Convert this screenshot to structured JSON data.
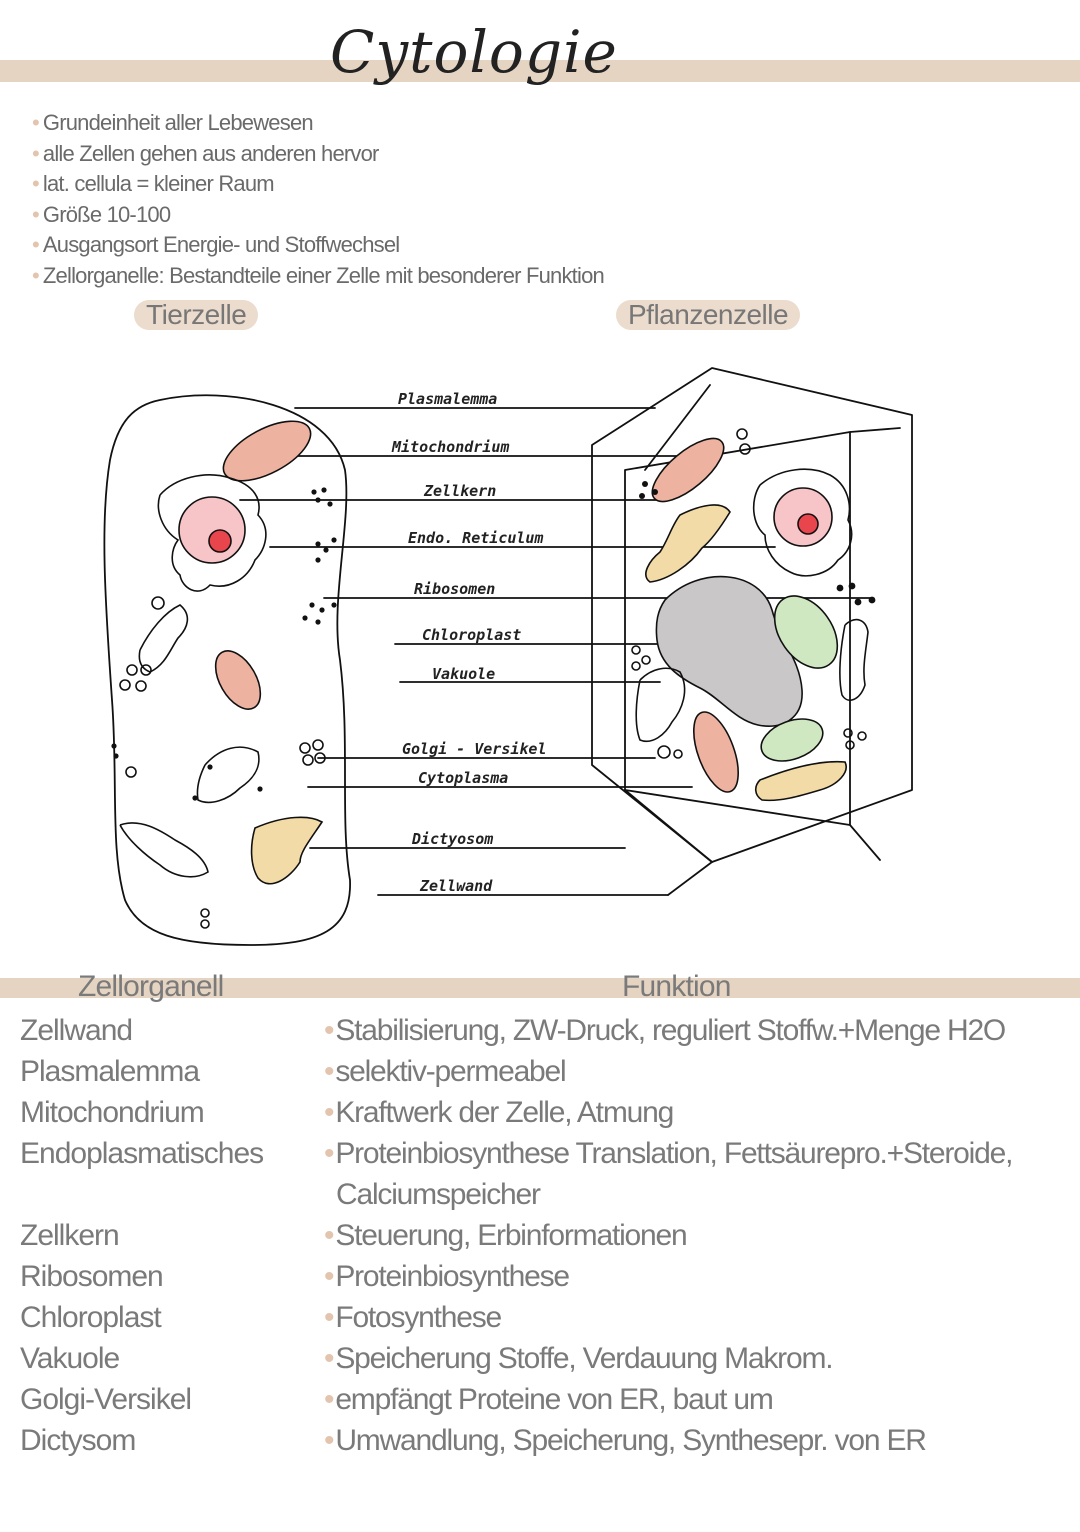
{
  "title": "Cytologie",
  "intro": [
    "Grundeinheit aller Lebewesen",
    "alle Zellen gehen aus anderen hervor",
    "lat. cellula = kleiner Raum",
    "Größe 10-100",
    "Ausgangsort Energie- und Stoffwechsel",
    "Zellorganelle: Bestandteile einer Zelle mit besonderer Funktion"
  ],
  "cells": {
    "animal": "Tierzelle",
    "plant": "Pflanzenzelle"
  },
  "diagram_labels": [
    "Plasmalemma",
    "Mitochondrium",
    "Zellkern",
    "Endo. Reticulum",
    "Ribosomen",
    "Chloroplast",
    "Vakuole",
    "Golgi - Versikel",
    "Cytoplasma",
    "Dictyosom",
    "Zellwand"
  ],
  "colors": {
    "band": "#e6d4c3",
    "mito": "#eeb3a0",
    "nucleus": "#f7c4c8",
    "nucleolus": "#e8454c",
    "golgi": "#f3dba8",
    "vacuole": "#c9c7c8",
    "chloro": "#cfe8c2"
  },
  "table": {
    "header_organelle": "Zellorganell",
    "header_function": "Funktion",
    "rows": [
      {
        "organelle": "Zellwand",
        "function": "Stabilisierung, ZW-Druck, reguliert Stoffw.+Menge H2O"
      },
      {
        "organelle": "Plasmalemma",
        "function": "selektiv-permeabel"
      },
      {
        "organelle": "Mitochondrium",
        "function": "Kraftwerk der Zelle, Atmung"
      },
      {
        "organelle": "Endoplasmatisches",
        "function": "Proteinbiosynthese Translation, Fettsäurepro.+Steroide,"
      },
      {
        "organelle": "",
        "function": "Calciumspeicher",
        "continuation": true
      },
      {
        "organelle": "Zellkern",
        "function": "Steuerung, Erbinformationen"
      },
      {
        "organelle": "Ribosomen",
        "function": "Proteinbiosynthese"
      },
      {
        "organelle": "Chloroplast",
        "function": "Fotosynthese"
      },
      {
        "organelle": "Vakuole",
        "function": "Speicherung Stoffe, Verdauung Makrom."
      },
      {
        "organelle": "Golgi-Versikel",
        "function": "empfängt Proteine von ER, baut um"
      },
      {
        "organelle": "Dictysom",
        "function": "Umwandlung, Speicherung, Synthesepr. von ER"
      }
    ]
  }
}
